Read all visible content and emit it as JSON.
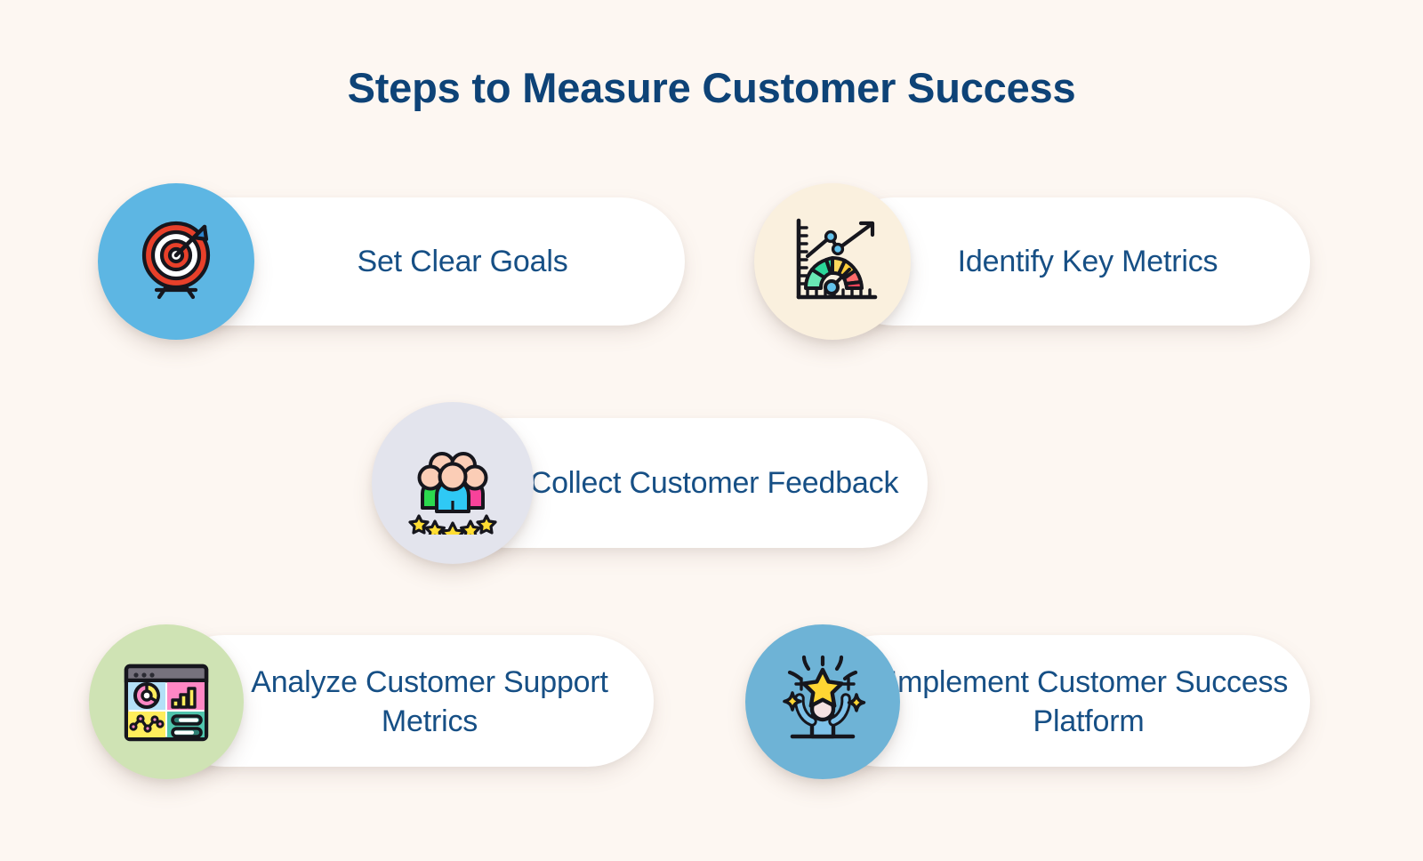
{
  "page": {
    "title": "Steps to Measure Customer Success",
    "background_color": "#FDF7F2",
    "title_color": "#0E4377",
    "label_color": "#164F85",
    "card_color": "#FFFFFF"
  },
  "steps": [
    {
      "label": "Set Clear Goals",
      "icon": "target-dartboard-icon",
      "icon_bg": "#5DB6E3"
    },
    {
      "label": "Identify Key Metrics",
      "icon": "gauge-chart-icon",
      "icon_bg": "#FAF0DE"
    },
    {
      "label": "Collect Customer Feedback",
      "icon": "people-star-rating-icon",
      "icon_bg": "#E3E4ED"
    },
    {
      "label": "Analyze Customer Support Metrics",
      "icon": "analytics-dashboard-icon",
      "icon_bg": "#CFE3B4"
    },
    {
      "label": "Implement Customer Success Platform",
      "icon": "celebration-person-star-icon",
      "icon_bg": "#6EB3D6"
    }
  ]
}
